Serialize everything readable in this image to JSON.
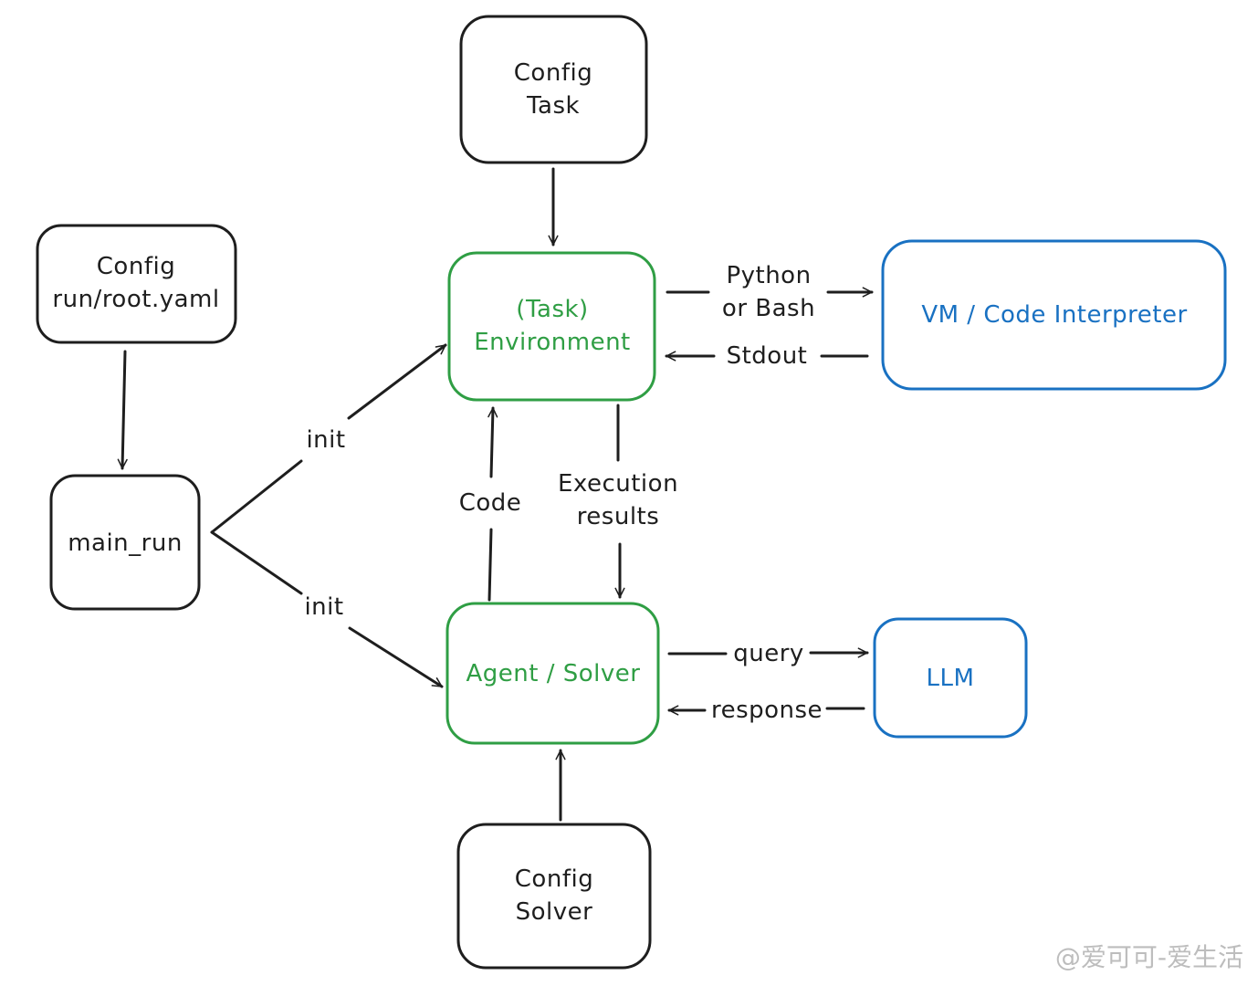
{
  "nodes": {
    "config_task": {
      "lines": [
        "Config",
        "Task"
      ],
      "color": "#1e1e1e"
    },
    "config_root": {
      "lines": [
        "Config",
        "run/root.yaml"
      ],
      "color": "#1e1e1e"
    },
    "main_run": {
      "lines": [
        "main_run"
      ],
      "color": "#1e1e1e"
    },
    "environment": {
      "lines": [
        "(Task)",
        "Environment"
      ],
      "color": "#2f9e44"
    },
    "vm": {
      "lines": [
        "VM / Code Interpreter"
      ],
      "color": "#1971c2"
    },
    "agent": {
      "lines": [
        "Agent / Solver"
      ],
      "color": "#2f9e44"
    },
    "llm": {
      "lines": [
        "LLM"
      ],
      "color": "#1971c2"
    },
    "config_solver": {
      "lines": [
        "Config",
        "Solver"
      ],
      "color": "#1e1e1e"
    }
  },
  "edges": {
    "init_env": "init",
    "init_agent": "init",
    "python_bash": [
      "Python",
      "or Bash"
    ],
    "stdout": "Stdout",
    "code": "Code",
    "exec_results": [
      "Execution",
      "results"
    ],
    "query": "query",
    "response": "response"
  },
  "watermark": "@爱可可-爱生活"
}
